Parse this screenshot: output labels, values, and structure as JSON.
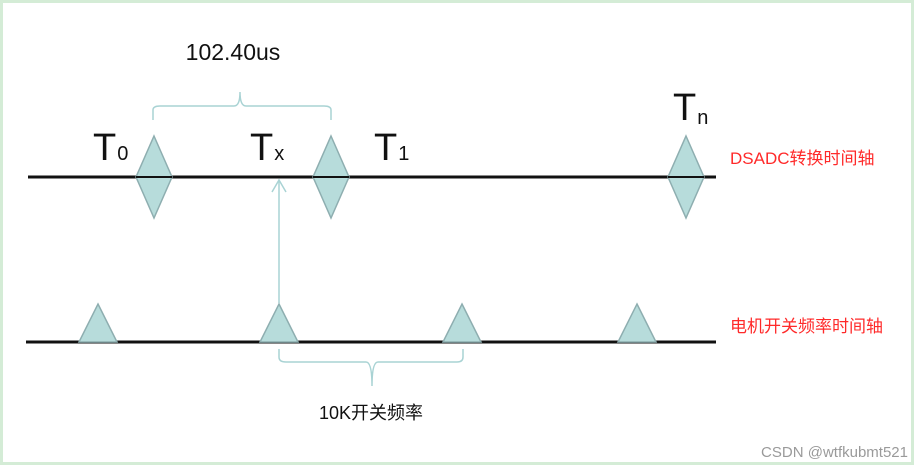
{
  "colors": {
    "frame": "#d4ecd6",
    "axis": "#111111",
    "marker_fill": "#b7dcdb",
    "marker_stroke": "#8eaeb0",
    "brace": "#a9d3d4",
    "red_label": "#ff2a2a",
    "text": "#111111",
    "watermark": "#9a9a9a"
  },
  "top_axis": {
    "label": "DSADC转换时间轴",
    "interval_label": "102.40us",
    "markers": [
      {
        "letter": "T",
        "sub": "0"
      },
      {
        "letter": "T",
        "sub": "x"
      },
      {
        "letter": "T",
        "sub": "1"
      },
      {
        "letter": "T",
        "sub": "n"
      }
    ]
  },
  "bottom_axis": {
    "label": "电机开关频率时间轴",
    "interval_label": "10K开关频率"
  },
  "watermark": "CSDN @wtfkubmt521"
}
